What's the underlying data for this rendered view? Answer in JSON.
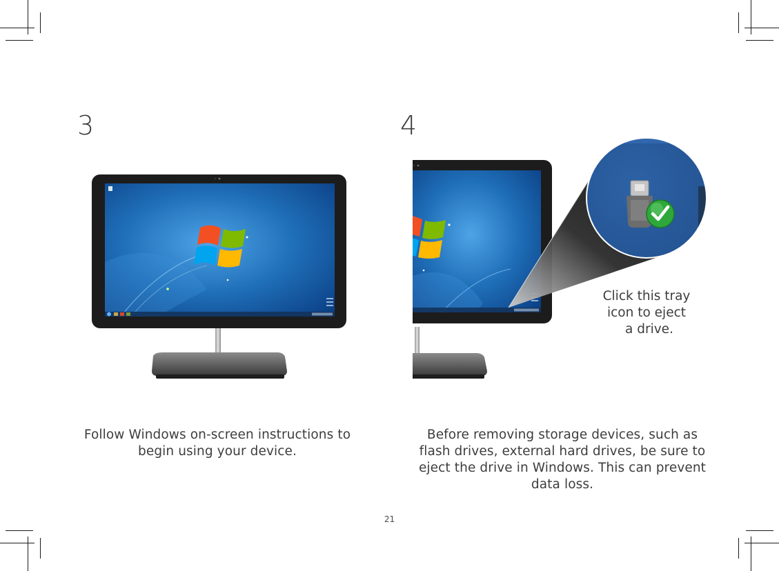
{
  "page": {
    "number": "21"
  },
  "steps": [
    {
      "number": "3",
      "caption_lines": [
        "Follow Windows on-screen instructions to",
        "begin using your device."
      ]
    },
    {
      "number": "4",
      "caption_lines": [
        "Before removing storage devices, such as",
        "flash drives, external hard drives, be sure to",
        "eject the drive in Windows. This can prevent",
        "data loss."
      ],
      "callout_lines": [
        "Click this tray",
        "icon to eject",
        "a drive."
      ]
    }
  ],
  "icons": {
    "tray": "usb-eject-tray-icon",
    "windows": "windows-logo-icon"
  },
  "colors": {
    "screen_blue": "#1f6fb8",
    "bezel": "#1c1c1c",
    "check_green": "#2ea83a"
  }
}
